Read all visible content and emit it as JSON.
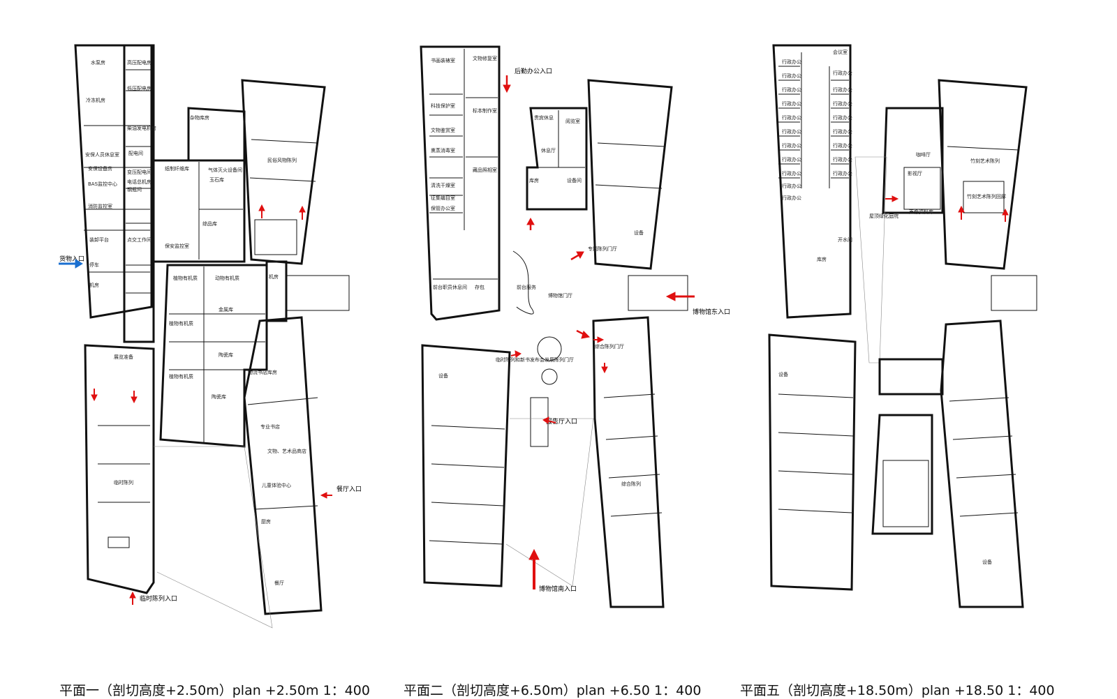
{
  "colors": {
    "entrance_arrow": "#e01010",
    "goods_arrow": "#1a6fd0",
    "wall": "#111111"
  },
  "plan1": {
    "caption": "平面一（剖切高度+2.50m）plan +2.50m 1：400",
    "rooms": [
      {
        "id": "r1",
        "label": "水泵房"
      },
      {
        "id": "r2",
        "label": "冷冻机房"
      },
      {
        "id": "r3",
        "label": "安保人员休息室"
      },
      {
        "id": "r4",
        "label": "安保设备房"
      },
      {
        "id": "r5",
        "label": "BAS监控中心"
      },
      {
        "id": "r6",
        "label": "消防监控室"
      },
      {
        "id": "r7",
        "label": "装卸平台"
      },
      {
        "id": "r8",
        "label": "停车"
      },
      {
        "id": "r9",
        "label": "机房"
      },
      {
        "id": "r10",
        "label": "高压配电房"
      },
      {
        "id": "r11",
        "label": "低压配电房"
      },
      {
        "id": "r12",
        "label": "柴油发电机房"
      },
      {
        "id": "r13",
        "label": "配电间"
      },
      {
        "id": "r14",
        "label": "变压配电间"
      },
      {
        "id": "r15",
        "label": "电话总机房"
      },
      {
        "id": "r16",
        "label": "钢瓶间"
      },
      {
        "id": "r17",
        "label": "点交工作间"
      },
      {
        "id": "r18",
        "label": "保安监控室"
      },
      {
        "id": "r19",
        "label": "杂物库房"
      },
      {
        "id": "r20",
        "label": "纸制纤维库"
      },
      {
        "id": "r21",
        "label": "气体灭火设备间"
      },
      {
        "id": "r22",
        "label": "玉石库"
      },
      {
        "id": "r23",
        "label": "综品库"
      },
      {
        "id": "r24",
        "label": "民俗风物陈列"
      },
      {
        "id": "r25",
        "label": "植物有机质"
      },
      {
        "id": "r26",
        "label": "动物有机质"
      },
      {
        "id": "r27",
        "label": "金属库"
      },
      {
        "id": "r28",
        "label": "陶瓷库"
      },
      {
        "id": "r29",
        "label": "陶瓷库"
      },
      {
        "id": "r30",
        "label": "植物有机质"
      },
      {
        "id": "r31",
        "label": "植物有机质"
      },
      {
        "id": "r32",
        "label": "展览准备"
      },
      {
        "id": "r33",
        "label": "临时陈列"
      },
      {
        "id": "r34",
        "label": "专业书店"
      },
      {
        "id": "r35",
        "label": "文物、艺术品商店"
      },
      {
        "id": "r36",
        "label": "儿童体验中心"
      },
      {
        "id": "r37",
        "label": "厨房"
      },
      {
        "id": "r38",
        "label": "餐厅"
      },
      {
        "id": "r39",
        "label": "物流书店库房"
      },
      {
        "id": "r40",
        "label": "机房"
      }
    ],
    "entrances": [
      {
        "id": "e1",
        "label": "货物入口"
      },
      {
        "id": "e2",
        "label": "餐厅入口"
      },
      {
        "id": "e3",
        "label": "临时陈列入口"
      }
    ]
  },
  "plan2": {
    "caption": "平面二（剖切高度+6.50m）plan +6.50 1：400",
    "rooms": [
      {
        "id": "r1",
        "label": "书画装裱室"
      },
      {
        "id": "r2",
        "label": "文物修复室"
      },
      {
        "id": "r3",
        "label": "科技保护室"
      },
      {
        "id": "r4",
        "label": "标本制作室"
      },
      {
        "id": "r5",
        "label": "文物鉴赏室"
      },
      {
        "id": "r6",
        "label": "熏蒸消毒室"
      },
      {
        "id": "r7",
        "label": "藏品照相室"
      },
      {
        "id": "r8",
        "label": "清洗干燥室"
      },
      {
        "id": "r9",
        "label": "征集编目室"
      },
      {
        "id": "r10",
        "label": "保管办公室"
      },
      {
        "id": "r11",
        "label": "前台职员休息间"
      },
      {
        "id": "r12",
        "label": "存包"
      },
      {
        "id": "r13",
        "label": "贵宾休息"
      },
      {
        "id": "r14",
        "label": "阅览室"
      },
      {
        "id": "r15",
        "label": "休息厅"
      },
      {
        "id": "r16",
        "label": "库房"
      },
      {
        "id": "r17",
        "label": "设备间"
      },
      {
        "id": "r18",
        "label": "前台服务"
      },
      {
        "id": "r19",
        "label": "博物馆门厅"
      },
      {
        "id": "r20",
        "label": "专题陈列门厅"
      },
      {
        "id": "r21",
        "label": "综合陈列门厅"
      },
      {
        "id": "r22",
        "label": "临时陈列和新书发布会发展陈列门厅"
      },
      {
        "id": "r23",
        "label": "设备"
      },
      {
        "id": "r24",
        "label": "设备"
      },
      {
        "id": "r25",
        "label": "综合陈列"
      }
    ],
    "entrances": [
      {
        "id": "e1",
        "label": "后勤办公入口"
      },
      {
        "id": "e2",
        "label": "博物馆东入口"
      },
      {
        "id": "e3",
        "label": "报告厅入口"
      },
      {
        "id": "e4",
        "label": "博物馆南入口"
      }
    ]
  },
  "plan3": {
    "caption": "平面五（剖切高度+18.50m）plan +18.50 1：400",
    "rooms": [
      {
        "id": "r1",
        "label": "会议室"
      },
      {
        "id": "r2",
        "label": "行政办公"
      },
      {
        "id": "r3",
        "label": "行政办公"
      },
      {
        "id": "r4",
        "label": "行政办公"
      },
      {
        "id": "r5",
        "label": "行政办公"
      },
      {
        "id": "r6",
        "label": "行政办公"
      },
      {
        "id": "r7",
        "label": "行政办公"
      },
      {
        "id": "r8",
        "label": "行政办公"
      },
      {
        "id": "r9",
        "label": "行政办公"
      },
      {
        "id": "r10",
        "label": "行政办公"
      },
      {
        "id": "r11",
        "label": "行政办公"
      },
      {
        "id": "r12",
        "label": "行政办公"
      },
      {
        "id": "r13",
        "label": "行政办公"
      },
      {
        "id": "r14",
        "label": "行政办公"
      },
      {
        "id": "r15",
        "label": "行政办公"
      },
      {
        "id": "r16",
        "label": "行政办公"
      },
      {
        "id": "r17",
        "label": "行政办公"
      },
      {
        "id": "r18",
        "label": "行政办公"
      },
      {
        "id": "r19",
        "label": "行政办公"
      },
      {
        "id": "r20",
        "label": "行政办公"
      },
      {
        "id": "r21",
        "label": "咖啡厅"
      },
      {
        "id": "r22",
        "label": "影视厅"
      },
      {
        "id": "r23",
        "label": "声像资料库"
      },
      {
        "id": "r24",
        "label": "屋顶绿化庭院"
      },
      {
        "id": "r25",
        "label": "开水间"
      },
      {
        "id": "r26",
        "label": "库房"
      },
      {
        "id": "r27",
        "label": "竹刻艺术陈列"
      },
      {
        "id": "r28",
        "label": "竹刻艺术陈列回廊"
      },
      {
        "id": "r29",
        "label": "设备"
      },
      {
        "id": "r30",
        "label": "设备"
      }
    ]
  }
}
